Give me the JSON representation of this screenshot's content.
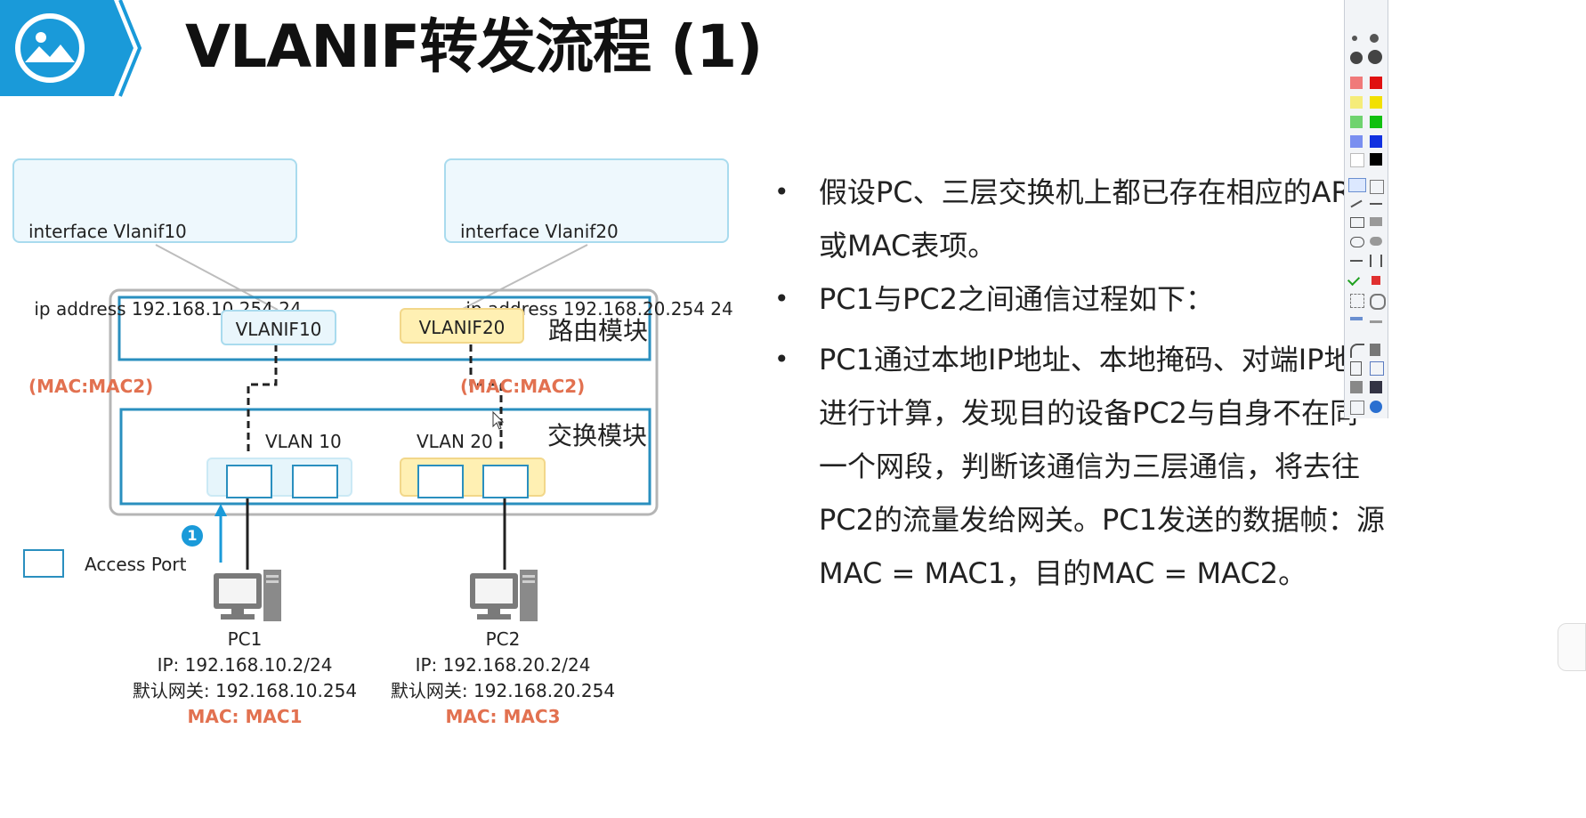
{
  "title": "VLANIF转发流程 (1)",
  "interfaces": [
    {
      "line1": "interface Vlanif10",
      "line2": " ip address 192.168.10.254 24",
      "mac": "(MAC:MAC2)"
    },
    {
      "line1": "interface Vlanif20",
      "line2": " ip address 192.168.20.254 24",
      "mac": "(MAC:MAC2)"
    }
  ],
  "routing_module": {
    "label": "路由模块",
    "vlanif10": "VLANIF10",
    "vlanif20": "VLANIF20"
  },
  "switching_module": {
    "label": "交换模块",
    "vlan10": "VLAN 10",
    "vlan20": "VLAN 20"
  },
  "step_badge": "1",
  "legend": {
    "label": "Access Port"
  },
  "pcs": [
    {
      "name": "PC1",
      "ip": "IP: 192.168.10.2/24",
      "gateway": "默认网关: 192.168.10.254",
      "mac": "MAC: MAC1"
    },
    {
      "name": "PC2",
      "ip": "IP: 192.168.20.2/24",
      "gateway": "默认网关: 192.168.20.254",
      "mac": "MAC: MAC3"
    }
  ],
  "bullets": [
    {
      "lines": [
        "假设PC、三层交换机上都已存在相应的ARP",
        "或MAC表项。"
      ]
    },
    {
      "lines": [
        "PC1与PC2之间通信过程如下："
      ]
    },
    {
      "lines": [
        "PC1通过本地IP地址、本地掩码、对端IP地址",
        "进行计算，发现目的设备PC2与自身不在同",
        "一个网段，判断该通信为三层通信，将去往",
        "PC2的流量发给网关。PC1发送的数据帧：源",
        "MAC = MAC1，目的MAC = MAC2。"
      ]
    }
  ],
  "colors": {
    "brand_blue": "#1a9ad9",
    "mac_red": "#e27150",
    "vlan_blue": "#2a8fbf",
    "vlanif20_yellow": "#fff0b3"
  },
  "icons": [
    "picture-icon",
    "computer-icon",
    "pen-toolbar-icons"
  ]
}
